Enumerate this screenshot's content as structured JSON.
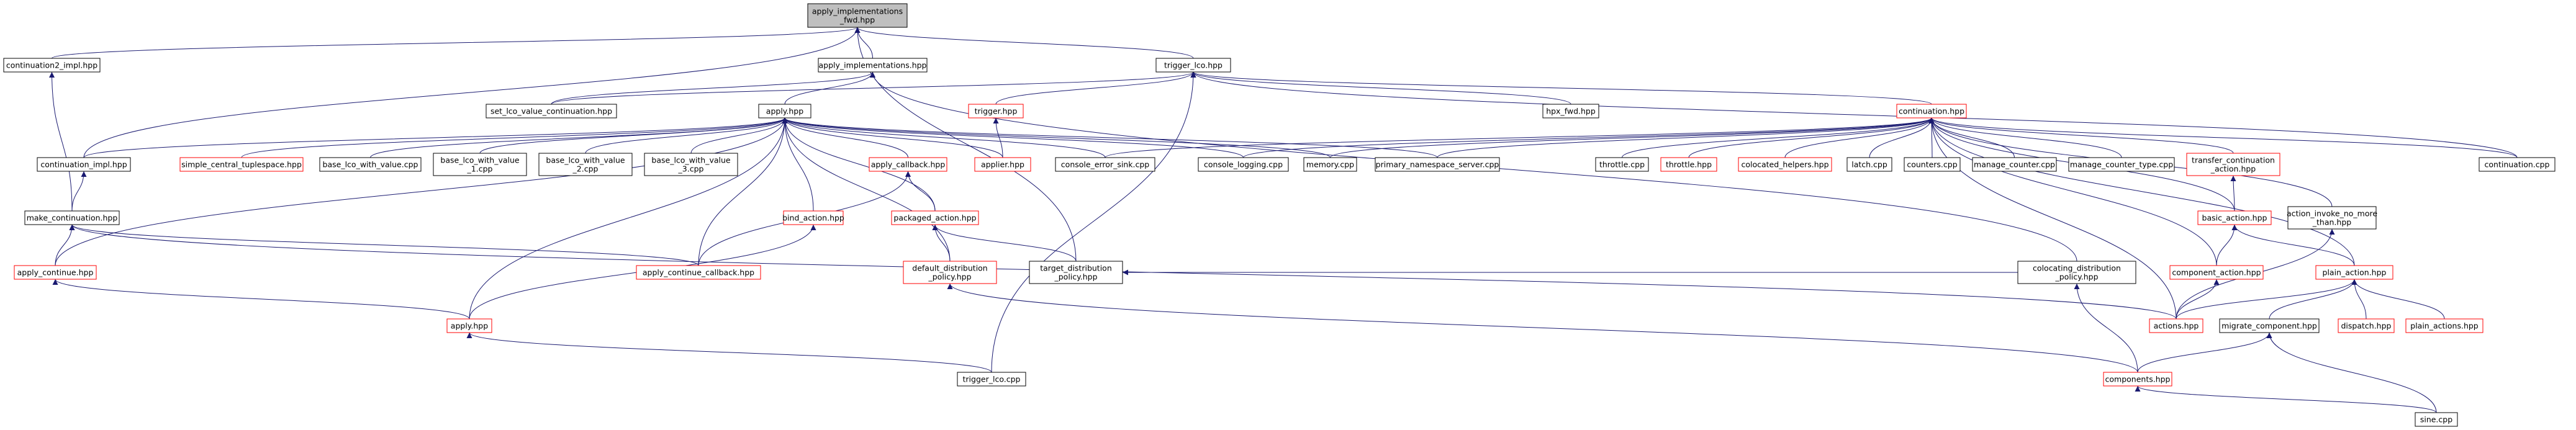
{
  "colors": {
    "edge": "#191970",
    "root_fill": "#bfbfbf",
    "node_fill": "#ffffff",
    "border_documented": "#000000",
    "border_truncated": "#ff0000"
  },
  "nodes": [
    {
      "id": "n0",
      "label": [
        "apply_implementations",
        "_fwd.hpp"
      ],
      "root": true,
      "red": false
    },
    {
      "id": "n1",
      "label": [
        "continuation2_impl.hpp"
      ],
      "red": false
    },
    {
      "id": "n2",
      "label": [
        "apply_implementations.hpp"
      ],
      "red": false
    },
    {
      "id": "n3",
      "label": [
        "trigger_lco.hpp"
      ],
      "red": false
    },
    {
      "id": "n4",
      "label": [
        "set_lco_value_continuation.hpp"
      ],
      "red": false
    },
    {
      "id": "n5",
      "label": [
        "apply.hpp"
      ],
      "red": false
    },
    {
      "id": "n6",
      "label": [
        "trigger.hpp"
      ],
      "red": true
    },
    {
      "id": "n7",
      "label": [
        "hpx_fwd.hpp"
      ],
      "red": false
    },
    {
      "id": "n8",
      "label": [
        "continuation.hpp"
      ],
      "red": true
    },
    {
      "id": "n9",
      "label": [
        "continuation.cpp"
      ],
      "red": false
    },
    {
      "id": "n10",
      "label": [
        "continuation_impl.hpp"
      ],
      "red": false
    },
    {
      "id": "n11",
      "label": [
        "simple_central_tuplespace.hpp"
      ],
      "red": true
    },
    {
      "id": "n12",
      "label": [
        "base_lco_with_value.cpp"
      ],
      "red": false
    },
    {
      "id": "n13",
      "label": [
        "base_lco_with_value",
        "_1.cpp"
      ],
      "red": false
    },
    {
      "id": "n14",
      "label": [
        "base_lco_with_value",
        "_2.cpp"
      ],
      "red": false
    },
    {
      "id": "n15",
      "label": [
        "base_lco_with_value",
        "_3.cpp"
      ],
      "red": false
    },
    {
      "id": "n16",
      "label": [
        "apply_callback.hpp"
      ],
      "red": true
    },
    {
      "id": "n17",
      "label": [
        "applier.hpp"
      ],
      "red": true
    },
    {
      "id": "n18",
      "label": [
        "console_error_sink.cpp"
      ],
      "red": false
    },
    {
      "id": "n19",
      "label": [
        "console_logging.cpp"
      ],
      "red": false
    },
    {
      "id": "n20",
      "label": [
        "memory.cpp"
      ],
      "red": false
    },
    {
      "id": "n21",
      "label": [
        "primary_namespace_server.cpp"
      ],
      "red": false
    },
    {
      "id": "n22",
      "label": [
        "throttle.cpp"
      ],
      "red": false
    },
    {
      "id": "n23",
      "label": [
        "throttle.hpp"
      ],
      "red": true
    },
    {
      "id": "n24",
      "label": [
        "colocated_helpers.hpp"
      ],
      "red": true
    },
    {
      "id": "n25",
      "label": [
        "latch.cpp"
      ],
      "red": false
    },
    {
      "id": "n26",
      "label": [
        "counters.cpp"
      ],
      "red": false
    },
    {
      "id": "n27",
      "label": [
        "manage_counter.cpp"
      ],
      "red": false
    },
    {
      "id": "n28",
      "label": [
        "manage_counter_type.cpp"
      ],
      "red": false
    },
    {
      "id": "n29",
      "label": [
        "transfer_continuation",
        "_action.hpp"
      ],
      "red": true
    },
    {
      "id": "n30",
      "label": [
        "make_continuation.hpp"
      ],
      "red": false
    },
    {
      "id": "n31",
      "label": [
        "bind_action.hpp"
      ],
      "red": true
    },
    {
      "id": "n32",
      "label": [
        "packaged_action.hpp"
      ],
      "red": true
    },
    {
      "id": "n33",
      "label": [
        "basic_action.hpp"
      ],
      "red": true
    },
    {
      "id": "n34",
      "label": [
        "action_invoke_no_more",
        "_than.hpp"
      ],
      "red": false
    },
    {
      "id": "n35",
      "label": [
        "apply_continue.hpp"
      ],
      "red": true
    },
    {
      "id": "n36",
      "label": [
        "apply_continue_callback.hpp"
      ],
      "red": true
    },
    {
      "id": "n37",
      "label": [
        "default_distribution",
        "_policy.hpp"
      ],
      "red": true
    },
    {
      "id": "n38",
      "label": [
        "target_distribution",
        "_policy.hpp"
      ],
      "red": false
    },
    {
      "id": "n39",
      "label": [
        "colocating_distribution",
        "_policy.hpp"
      ],
      "red": false
    },
    {
      "id": "n40",
      "label": [
        "component_action.hpp"
      ],
      "red": true
    },
    {
      "id": "n41",
      "label": [
        "plain_action.hpp"
      ],
      "red": true
    },
    {
      "id": "n42",
      "label": [
        "apply.hpp"
      ],
      "red": true
    },
    {
      "id": "n43",
      "label": [
        "actions.hpp"
      ],
      "red": true
    },
    {
      "id": "n44",
      "label": [
        "migrate_component.hpp"
      ],
      "red": false
    },
    {
      "id": "n45",
      "label": [
        "dispatch.hpp"
      ],
      "red": true
    },
    {
      "id": "n46",
      "label": [
        "plain_actions.hpp"
      ],
      "red": true
    },
    {
      "id": "n47",
      "label": [
        "trigger_lco.cpp"
      ],
      "red": false
    },
    {
      "id": "n48",
      "label": [
        "components.hpp"
      ],
      "red": true
    },
    {
      "id": "n49",
      "label": [
        "sine.cpp"
      ],
      "red": false
    }
  ],
  "edges": [
    [
      "n1",
      "n0"
    ],
    [
      "n2",
      "n0"
    ],
    [
      "n3",
      "n0"
    ],
    [
      "n10",
      "n0"
    ],
    [
      "n38",
      "n0"
    ],
    [
      "n30",
      "n1"
    ],
    [
      "n4",
      "n2"
    ],
    [
      "n5",
      "n2"
    ],
    [
      "n39",
      "n2"
    ],
    [
      "n4",
      "n3"
    ],
    [
      "n6",
      "n3"
    ],
    [
      "n7",
      "n3"
    ],
    [
      "n8",
      "n3"
    ],
    [
      "n9",
      "n3"
    ],
    [
      "n47",
      "n3"
    ],
    [
      "n10",
      "n5"
    ],
    [
      "n11",
      "n5"
    ],
    [
      "n12",
      "n5"
    ],
    [
      "n13",
      "n5"
    ],
    [
      "n14",
      "n5"
    ],
    [
      "n15",
      "n5"
    ],
    [
      "n16",
      "n5"
    ],
    [
      "n17",
      "n5"
    ],
    [
      "n18",
      "n5"
    ],
    [
      "n19",
      "n5"
    ],
    [
      "n20",
      "n5"
    ],
    [
      "n21",
      "n5"
    ],
    [
      "n31",
      "n5"
    ],
    [
      "n32",
      "n5"
    ],
    [
      "n36",
      "n5"
    ],
    [
      "n37",
      "n5"
    ],
    [
      "n35",
      "n5"
    ],
    [
      "n42",
      "n5"
    ],
    [
      "n17",
      "n6"
    ],
    [
      "n9",
      "n8"
    ],
    [
      "n18",
      "n8"
    ],
    [
      "n19",
      "n8"
    ],
    [
      "n20",
      "n8"
    ],
    [
      "n21",
      "n8"
    ],
    [
      "n22",
      "n8"
    ],
    [
      "n23",
      "n8"
    ],
    [
      "n24",
      "n8"
    ],
    [
      "n25",
      "n8"
    ],
    [
      "n26",
      "n8"
    ],
    [
      "n27",
      "n8"
    ],
    [
      "n28",
      "n8"
    ],
    [
      "n29",
      "n8"
    ],
    [
      "n33",
      "n8"
    ],
    [
      "n34",
      "n8"
    ],
    [
      "n40",
      "n8"
    ],
    [
      "n41",
      "n8"
    ],
    [
      "n43",
      "n8"
    ],
    [
      "n30",
      "n10"
    ],
    [
      "n32",
      "n16"
    ],
    [
      "n36",
      "n16"
    ],
    [
      "n33",
      "n29"
    ],
    [
      "n35",
      "n30"
    ],
    [
      "n36",
      "n30"
    ],
    [
      "n43",
      "n30"
    ],
    [
      "n42",
      "n31"
    ],
    [
      "n37",
      "n32"
    ],
    [
      "n38",
      "n32"
    ],
    [
      "n40",
      "n33"
    ],
    [
      "n41",
      "n33"
    ],
    [
      "n43",
      "n34"
    ],
    [
      "n42",
      "n35"
    ],
    [
      "n48",
      "n37"
    ],
    [
      "n39",
      "n38"
    ],
    [
      "n47",
      "n42"
    ],
    [
      "n48",
      "n39"
    ],
    [
      "n43",
      "n40"
    ],
    [
      "n43",
      "n41"
    ],
    [
      "n44",
      "n41"
    ],
    [
      "n45",
      "n41"
    ],
    [
      "n46",
      "n41"
    ],
    [
      "n48",
      "n44"
    ],
    [
      "n49",
      "n48"
    ],
    [
      "n49",
      "n44"
    ]
  ]
}
